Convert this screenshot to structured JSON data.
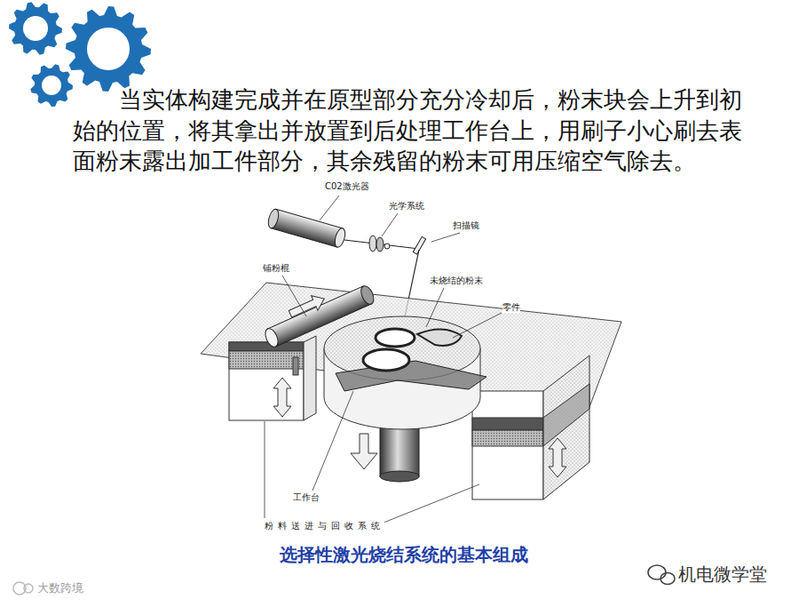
{
  "diagram": {
    "caption": "选择性激光烧结系统的基本组成",
    "labels": [
      "当实体构建完成并在原型部分充分冷却后，粉末块会上升到初始的位置，将其拿出并放置到后处理工作台上，用刷子小心刷去表面粉末露出加工件部分，其余残留的粉末可用压缩空气除去。",
      "C02激光器",
      "光学系统",
      "扫描镜",
      "铺粉棍",
      "未烧结的粉末",
      "零件",
      "工作台",
      "粉料送进与回收系统",
      "机电微学堂",
      "大数跨境"
    ]
  }
}
